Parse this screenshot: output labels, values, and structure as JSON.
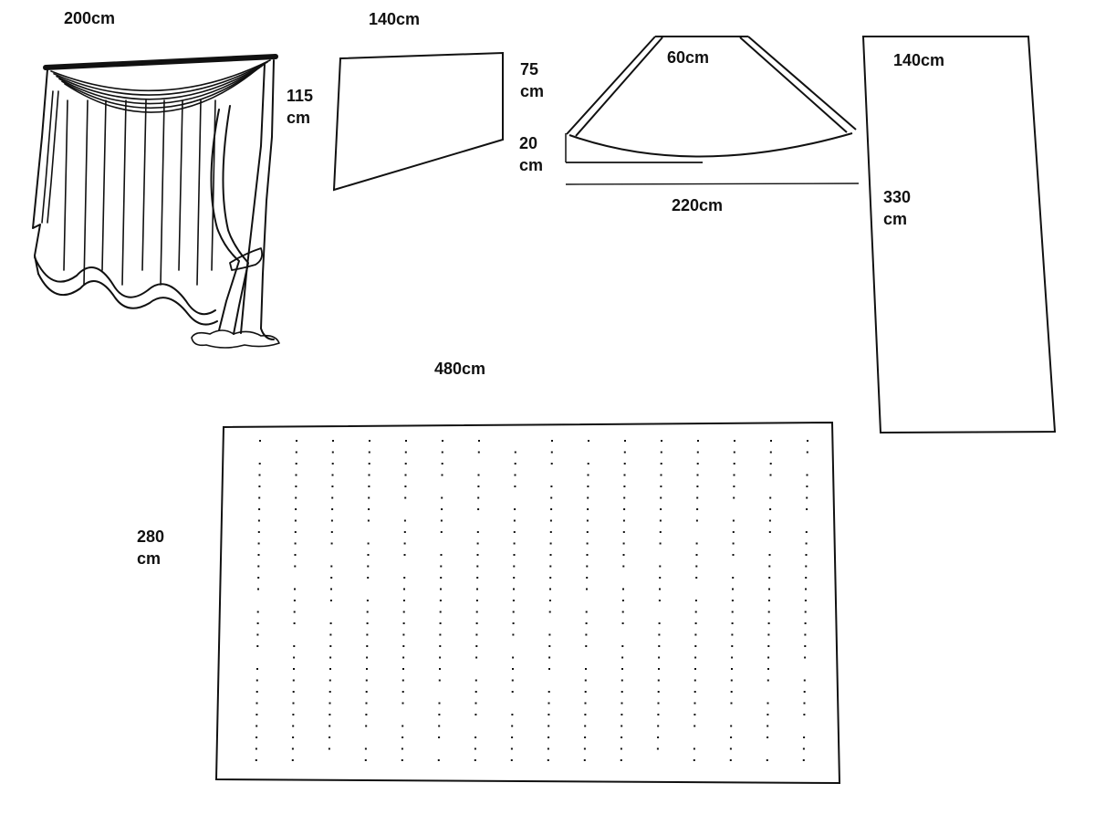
{
  "labels": {
    "curtain_width": "200cm",
    "panel_a_width": "140cm",
    "panel_a_height_line1": "115",
    "panel_a_height_line2": "cm",
    "panel_a_right_top_line1": "75",
    "panel_a_right_top_line2": "cm",
    "panel_a_right_bottom_line1": "20",
    "panel_a_right_bottom_line2": "cm",
    "swag_top_width": "60cm",
    "swag_bottom_width": "220cm",
    "panel_b_width": "140cm",
    "panel_b_height_line1": "330",
    "panel_b_height_line2": "cm",
    "panel_c_width": "480cm",
    "panel_c_height_line1": "280",
    "panel_c_height_line2": "cm"
  },
  "colors": {
    "ink": "#111111",
    "paper": "#ffffff"
  }
}
